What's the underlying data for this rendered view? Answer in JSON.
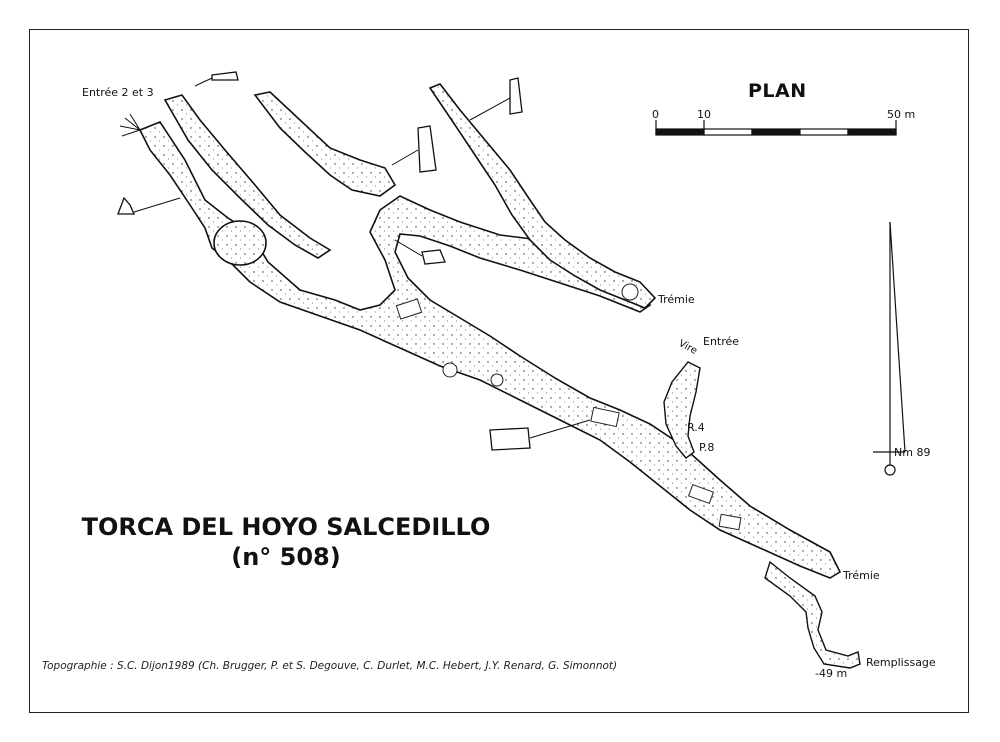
{
  "title": {
    "line1": "TORCA DEL HOYO SALCEDILLO",
    "line2": "(n° 508)"
  },
  "plan_label": "PLAN",
  "scale": {
    "ticks": [
      "0",
      "10",
      "50 m"
    ]
  },
  "north": {
    "label": "Nm 89"
  },
  "labels": {
    "entree_2_3": "Entrée 2 et 3",
    "entree": "Entrée",
    "vire": "Vire",
    "tremie_top": "Trémie",
    "tremie_bottom": "Trémie",
    "r4": "R.4",
    "p8": "P.8",
    "remplissage": "Remplissage",
    "depth": "-49 m"
  },
  "credit": "Topographie : S.C. Dijon1989 (Ch. Brugger, P. et S. Degouve, C. Durlet, M.C. Hebert, J.Y. Renard, G. Simonnot)",
  "colors": {
    "ink": "#111111",
    "paper": "#ffffff"
  }
}
